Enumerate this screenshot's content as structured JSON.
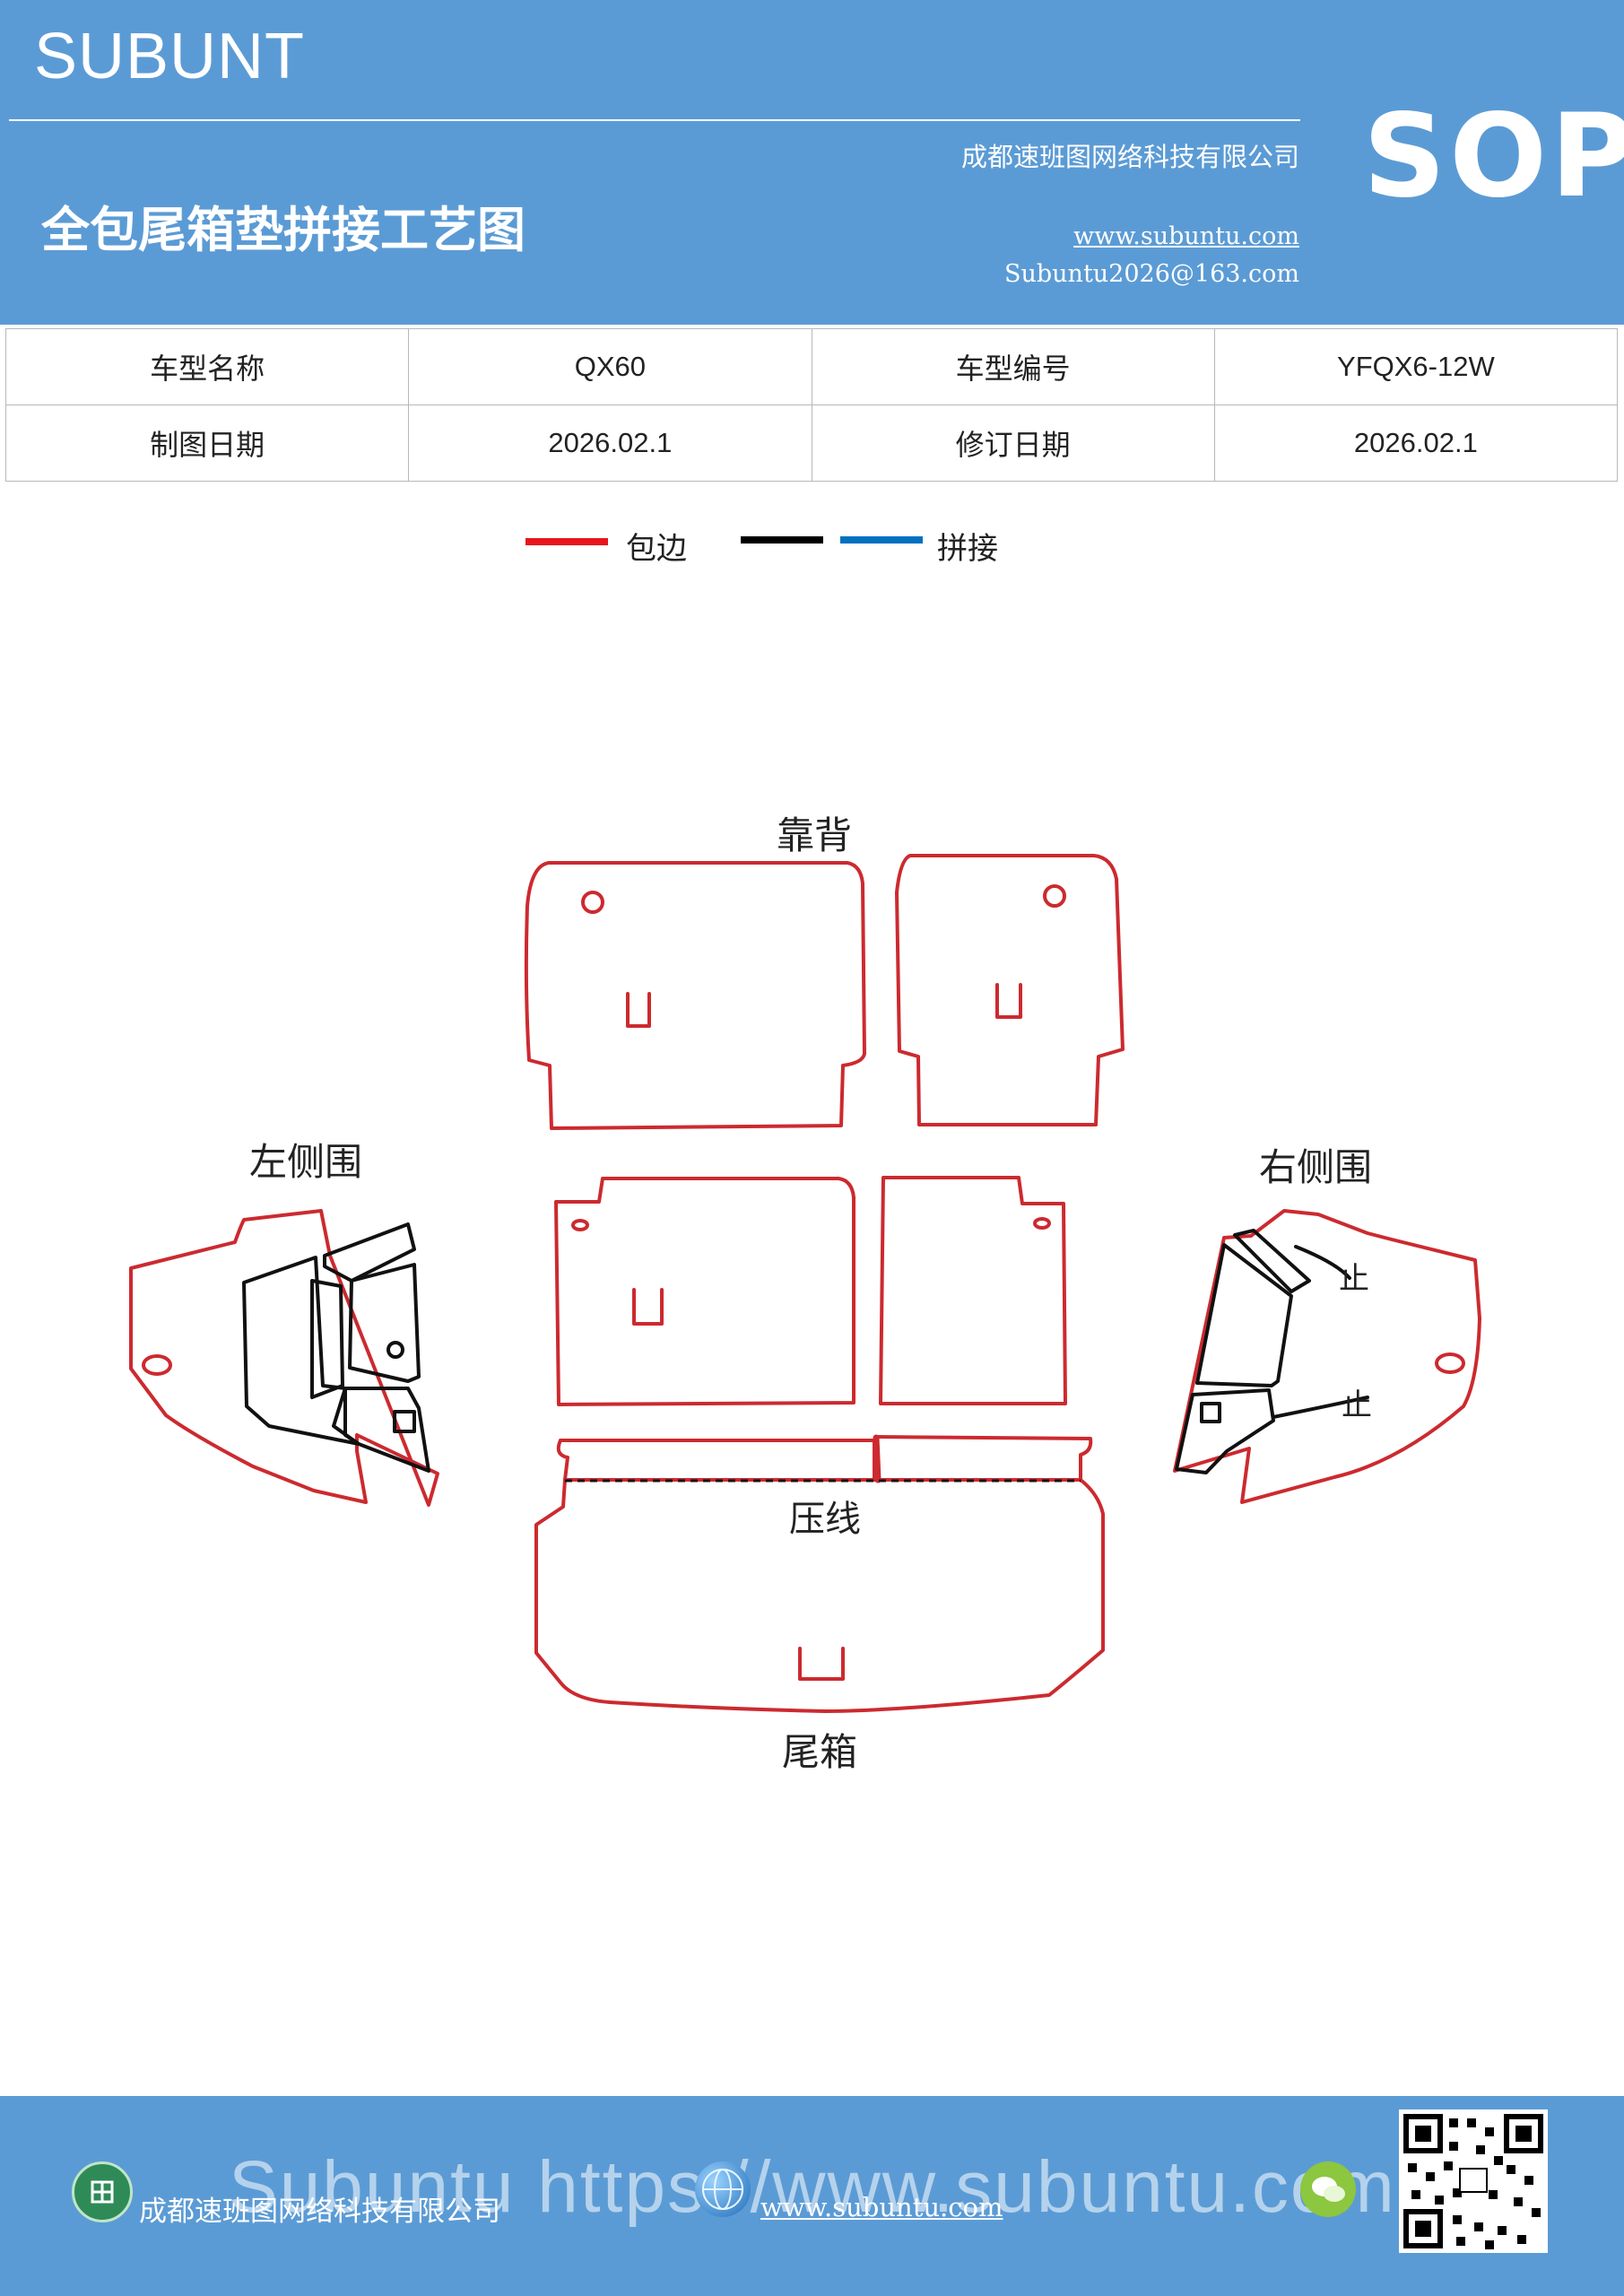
{
  "header": {
    "brand": "SUBUNT",
    "company": "成都速班图网络科技有限公司",
    "title": "全包尾箱垫拼接工艺图",
    "website": "www.subuntu.com",
    "email": "Subuntu2026@163.com",
    "badge": "SOP"
  },
  "info": {
    "model_name_label": "车型名称",
    "model_name": "QX60",
    "model_code_label": "车型编号",
    "model_code": "YFQX6-12W",
    "drawing_date_label": "制图日期",
    "drawing_date": "2026.02.1",
    "revision_date_label": "修订日期",
    "revision_date": "2026.02.1"
  },
  "legend": {
    "edging_label": "包边",
    "splice_label": "拼接",
    "colors": {
      "edging": "#e8151b",
      "black": "#000000",
      "splice": "#0070c0"
    }
  },
  "diagram": {
    "labels": {
      "backrest": "靠背",
      "left_side": "左侧围",
      "right_side": "右侧围",
      "crease": "压线",
      "trunk": "尾箱",
      "stop_top": "止",
      "stop_bottom": "止"
    },
    "outline_color": "#cc2a2f",
    "inner_color": "#111111"
  },
  "footer": {
    "company": "成都速班图网络科技有限公司",
    "website": "www.subuntu.com",
    "watermark": "Subuntu https://www.subuntu.com",
    "icons": [
      "building-icon",
      "globe-icon",
      "wechat-icon",
      "qr-code"
    ]
  }
}
